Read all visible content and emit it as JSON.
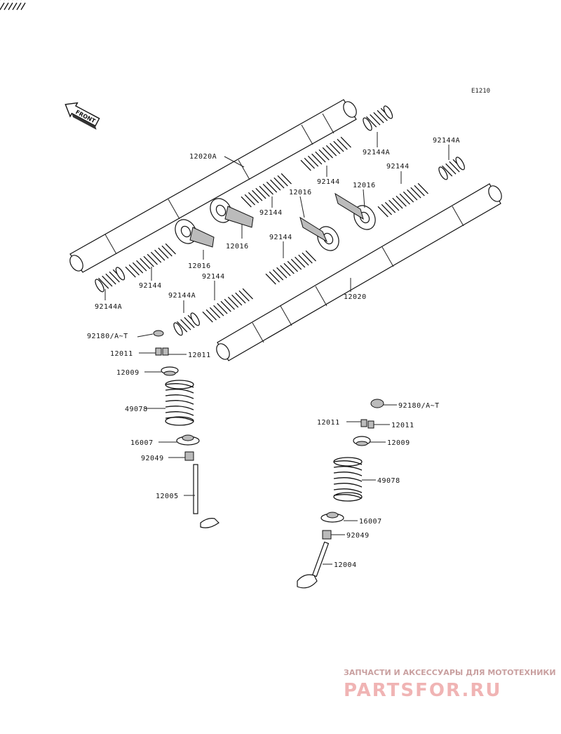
{
  "diagram_ref": "E1210",
  "front_label": "FRONT",
  "parts": {
    "shaft_upper": "12020A",
    "shaft_lower": "12020",
    "spring_92144A": "92144A",
    "spring_92144": "92144",
    "rocker_arm": "12016",
    "shim": "92180/A~T",
    "cotter": "12011",
    "retainer": "12009",
    "valve_spring": "49078",
    "spring_seat": "16007",
    "stem_seal": "92049",
    "valve_exhaust": "12005",
    "valve_intake": "12004"
  },
  "watermark": {
    "tagline": "ЗАПЧАСТИ И АКСЕССУАРЫ ДЛЯ МОТОТЕХНИКИ",
    "brand": "PARTSFOR.RU"
  }
}
